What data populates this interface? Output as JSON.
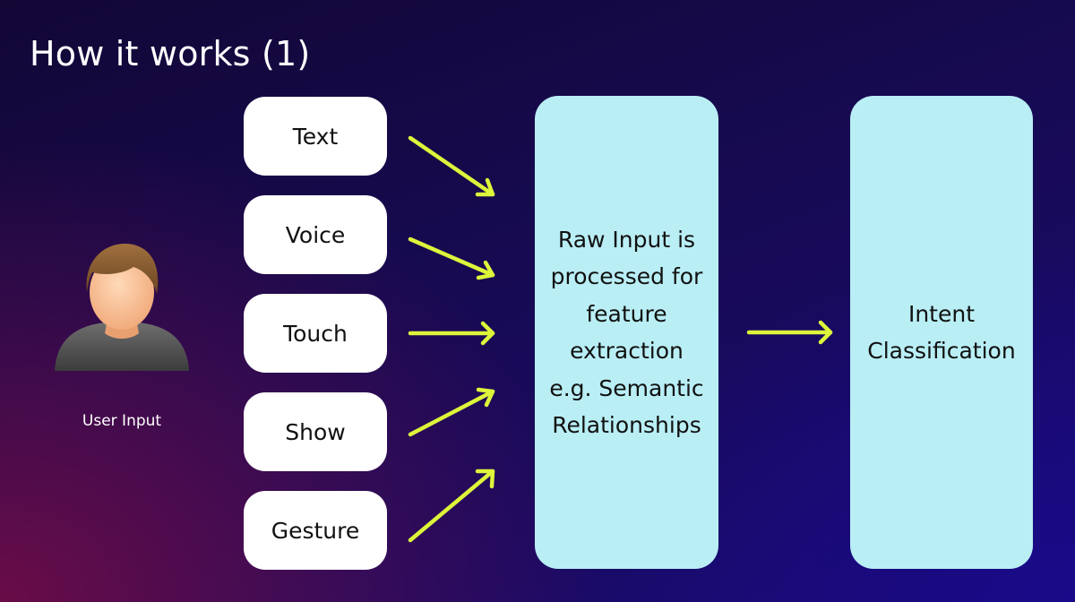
{
  "title": "How it works (1)",
  "user": {
    "label": "User Input",
    "icon": "user-avatar-icon"
  },
  "inputs": [
    {
      "label": "Text"
    },
    {
      "label": "Voice"
    },
    {
      "label": "Touch"
    },
    {
      "label": "Show"
    },
    {
      "label": "Gesture"
    }
  ],
  "processing": {
    "text": "Raw Input is\nprocessed for\nfeature\nextraction\ne.g. Semantic\nRelationships"
  },
  "output": {
    "text": "Intent\nClassification"
  },
  "colors": {
    "arrow": "#ddf53a",
    "input_box": "#ffffff",
    "process_box": "#b9eef5",
    "title_text": "#ffffff"
  }
}
